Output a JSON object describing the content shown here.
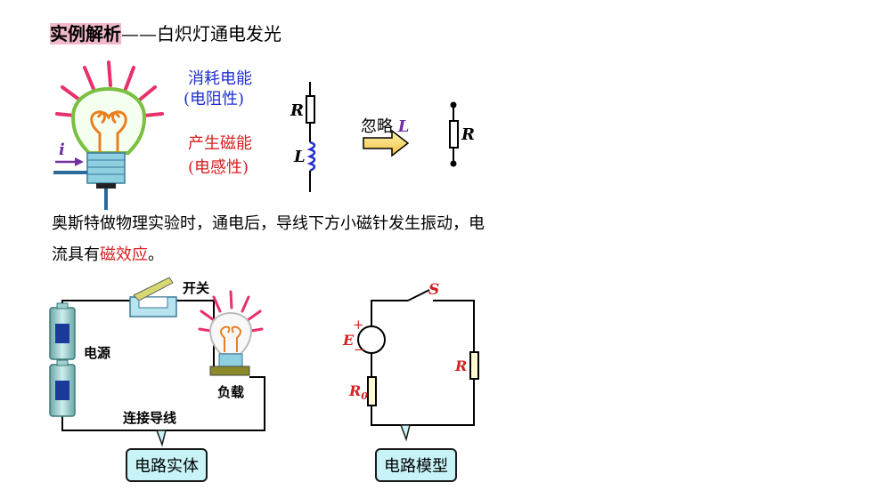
{
  "title": {
    "highlight": "实例解析",
    "rest": "——白炽灯通电发光"
  },
  "bulb_section": {
    "current_label": "i",
    "energy_consume": "消耗电能",
    "resistive": "(电阻性)",
    "energy_produce": "产生磁能",
    "inductive": "(电感性)"
  },
  "model": {
    "r_label": "R",
    "l_label": "L",
    "ignore_prefix": "忽略",
    "ignore_symbol": "L",
    "r_label_right": "R"
  },
  "paragraph": {
    "line1": "奥斯特做物理实验时，通电后，导线下方小磁针发生振动，电",
    "line2_prefix": "流具有",
    "line2_highlight": "磁效应",
    "line2_suffix": "。"
  },
  "physical_circuit": {
    "switch_label": "开关",
    "source_label": "电源",
    "load_label": "负载",
    "wire_label": "连接导线",
    "callout": "电路实体"
  },
  "circuit_model": {
    "s_label": "S",
    "plus": "+",
    "minus": "−",
    "e_label": "E",
    "r_label": "R",
    "r0_label": "R",
    "r0_sub": "0",
    "callout": "电路模型"
  },
  "colors": {
    "title_highlight": "#f0b8c8",
    "blue_text": "#1f2fd0",
    "red_text": "#d42020",
    "callout_fill": "#c8f4f8"
  }
}
